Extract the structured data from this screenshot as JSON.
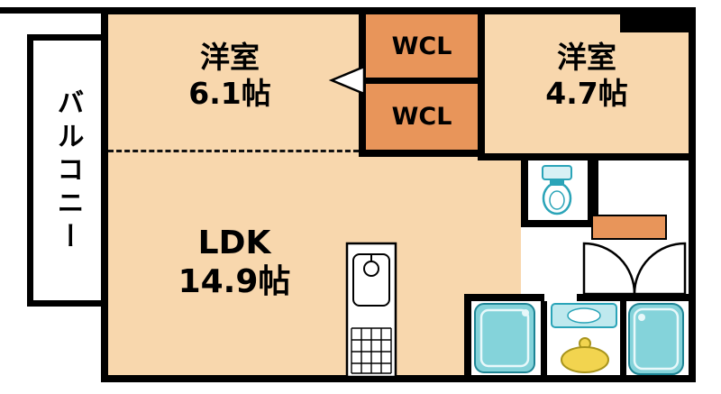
{
  "floor_plan": {
    "balcony": "バルコニー",
    "bedroom1_name": "洋室",
    "bedroom1_size": "6.1帖",
    "wcl_upper": "WCL",
    "wcl_lower": "WCL",
    "bedroom2_name": "洋室",
    "bedroom2_size": "4.7帖",
    "ldk_name": "LDK",
    "ldk_size": "14.9帖"
  },
  "fixtures": [
    {
      "name": "toilet-icon"
    },
    {
      "name": "kitchen-counter-icon"
    },
    {
      "name": "washing-machine-icon"
    },
    {
      "name": "vanity-counter-icon"
    },
    {
      "name": "washbasin-icon"
    },
    {
      "name": "bathtub-icon"
    },
    {
      "name": "door-swing-icon"
    },
    {
      "name": "opening-arrow-icon"
    }
  ],
  "colors": {
    "room_fill": "#f8d7ad",
    "closet_fill": "#e8955a",
    "wall": "#000000",
    "fixture_teal": "#84d3da",
    "fixture_teal_dark": "#1d8494",
    "fixture_inner": "#e8f8fa",
    "basin_yellow": "#f2d44f"
  }
}
